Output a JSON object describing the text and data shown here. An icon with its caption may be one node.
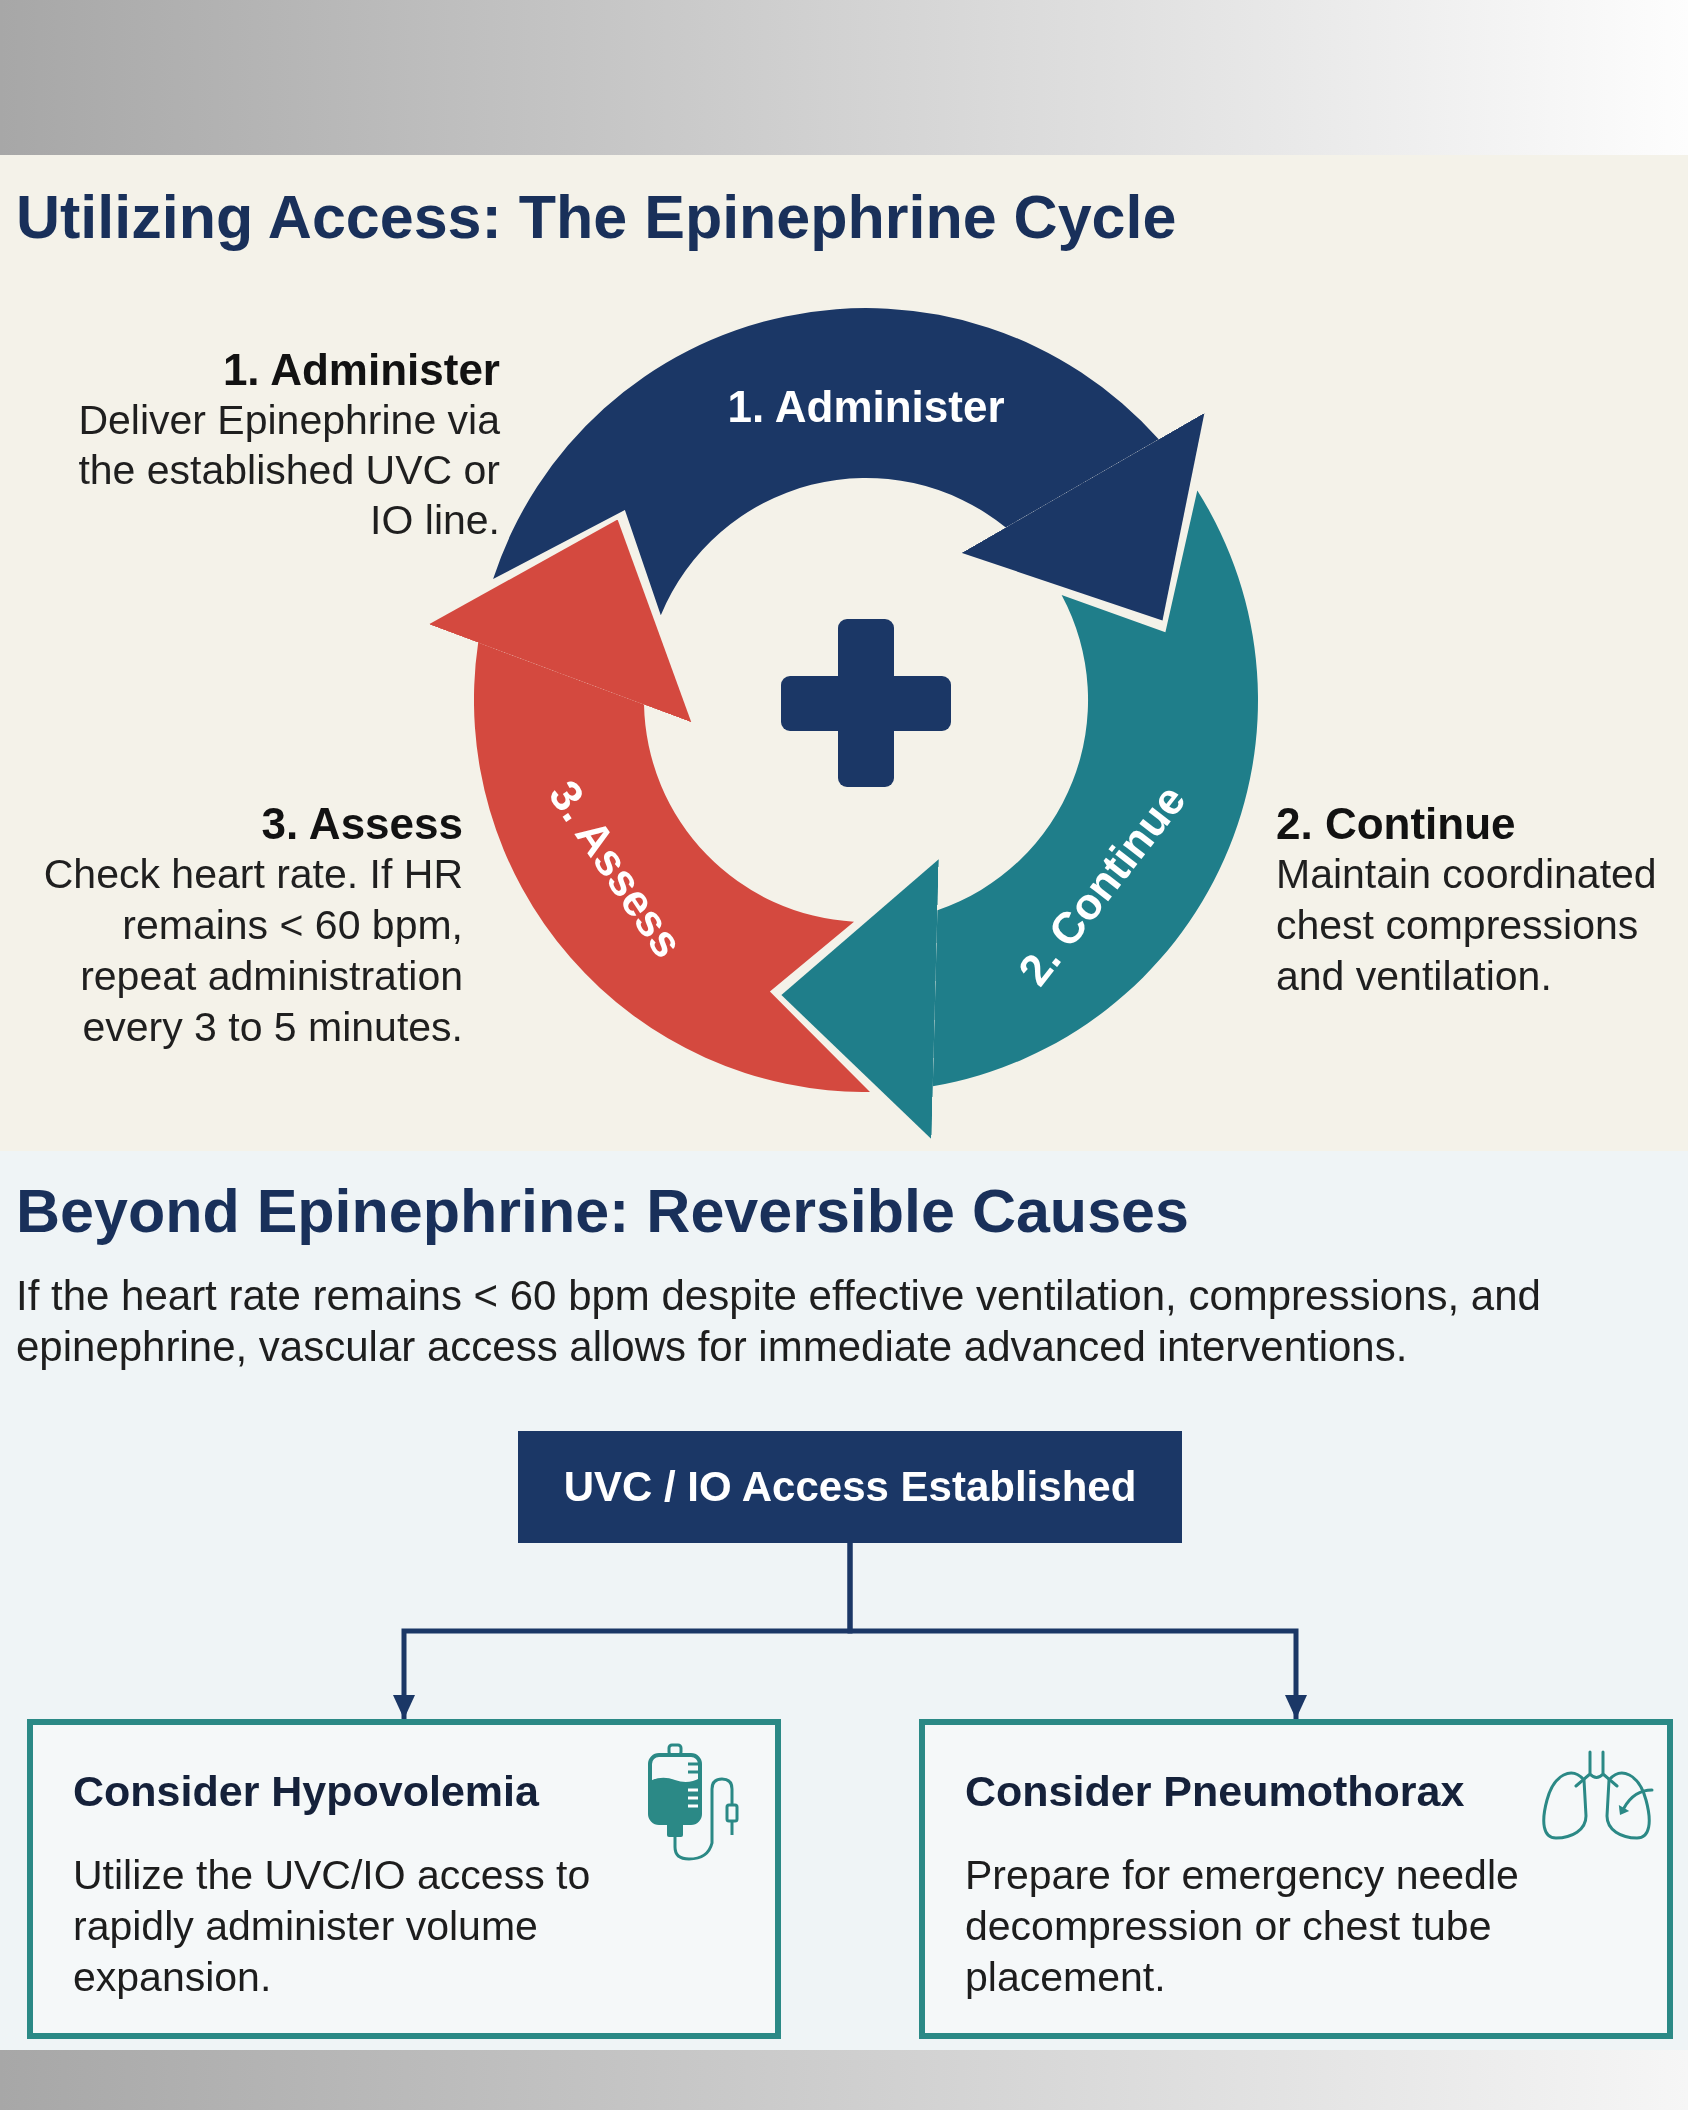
{
  "diagram": {
    "title": "Utilizing Access: The Epinephrine Cycle",
    "nodes": [
      {
        "text": [
          "1. Administer"
        ],
        "beside": [
          "1. Administer",
          "Deliver Epinephrine via the established UVC or IO line."
        ]
      },
      {
        "text": [
          "2. Continue"
        ],
        "beside": [
          "2. Continue",
          "Maintain coordinated chest compressions and ventilation."
        ]
      },
      {
        "text": [
          "3. Assess"
        ],
        "beside": [
          "3. Assess",
          "Check heart rate. If HR remains < 60 bpm, repeat administration every 3 to 5 minutes."
        ]
      },
      {
        "text": [
          "UVC / IO Access Established"
        ]
      },
      {
        "text": [
          "Consider Hypovolemia",
          "Utilize the UVC/IO access to rapidly administer volume expansion."
        ]
      },
      {
        "text": [
          "Consider Pneumothorax",
          "Prepare for emergency needle decompression or chest tube placement."
        ]
      }
    ],
    "edges": [
      {
        "from": 0,
        "to": 1,
        "arrow": "to"
      },
      {
        "from": 1,
        "to": 2,
        "arrow": "to",
        "color": "#1f7e8a"
      },
      {
        "from": 2,
        "to": 0,
        "arrow": "to",
        "color": "#d4493f"
      },
      {
        "from": 3,
        "to": 4,
        "arrow": "to"
      },
      {
        "from": 3,
        "to": 5,
        "arrow": "to"
      }
    ],
    "labels": [
      "Beyond Epinephrine: Reversible Causes",
      "If the heart rate remains < 60 bpm despite effective ventilation, compressions, and epinephrine, vascular access allows for immediate advanced interventions."
    ]
  }
}
